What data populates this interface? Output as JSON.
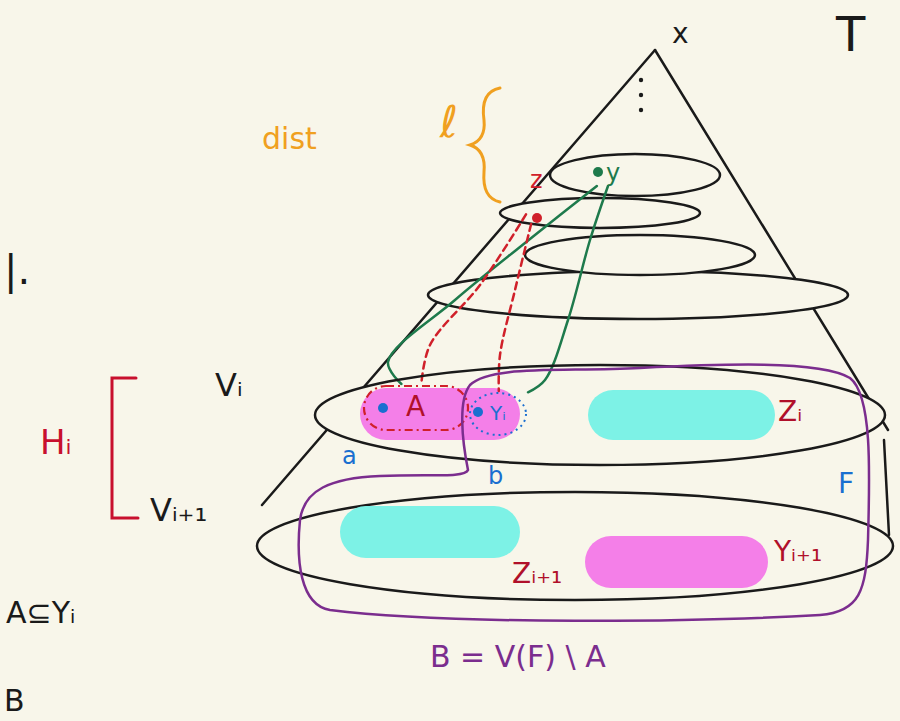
{
  "diagram": {
    "nodes": [
      {
        "text": [
          "y"
        ]
      },
      {
        "text": [
          "z"
        ]
      },
      {
        "text": [
          "Vᵢ"
        ]
      },
      {
        "text": [
          "A"
        ],
        "in": 2
      },
      {
        "text": [
          "Yᵢ"
        ],
        "in": 2
      },
      {
        "text": [
          "Zᵢ"
        ],
        "in": 2
      },
      {
        "text": [
          "Vᵢ₊₁"
        ]
      },
      {
        "text": [
          "Zᵢ₊₁"
        ],
        "in": 6
      },
      {
        "text": [
          "Yᵢ₊₁"
        ],
        "in": 6
      },
      {
        "text": [
          "F",
          "B = V(F) \\ A"
        ]
      }
    ],
    "edges": [
      {
        "from": 0,
        "to": 3,
        "arrow": "none"
      },
      {
        "from": 0,
        "to": 4,
        "arrow": "none"
      },
      {
        "from": 1,
        "to": 3,
        "arrow": "none"
      },
      {
        "from": 1,
        "to": 4,
        "arrow": "none"
      }
    ],
    "labels": [
      "x",
      "T",
      "dist",
      "ℓ",
      "Hᵢ",
      "a",
      "b",
      "|.",
      "A⊆Yᵢ",
      "B"
    ]
  }
}
